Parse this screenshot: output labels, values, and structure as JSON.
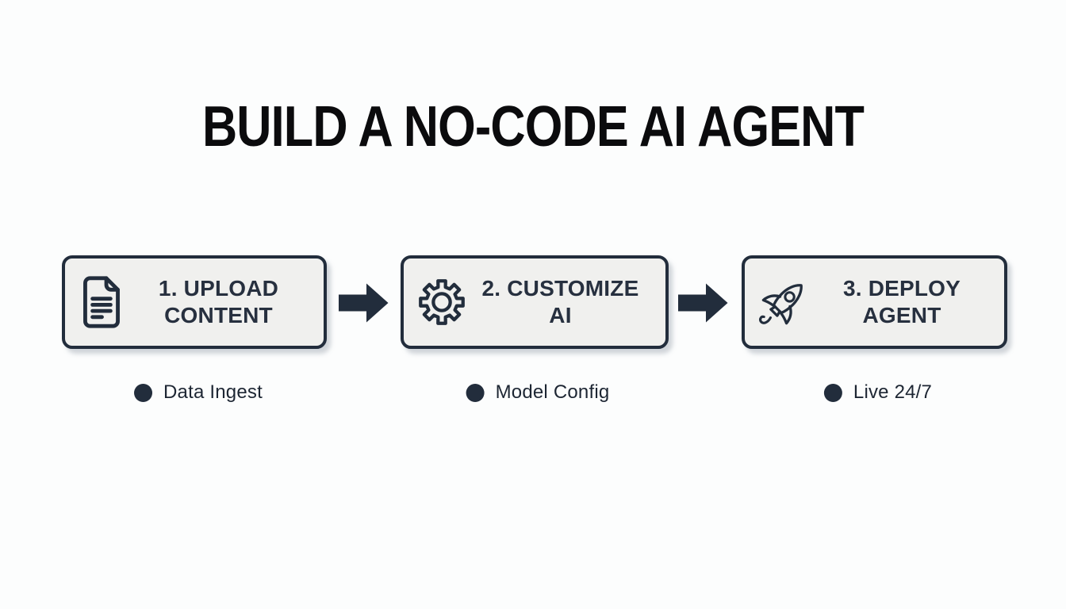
{
  "title": "BUILD A NO-CODE AI AGENT",
  "colors": {
    "background": "#fcfdfd",
    "box_fill": "#f0f0ee",
    "navy": "#222d3c",
    "title_color": "#0b0b0d",
    "bullet_text": "#1d2633"
  },
  "steps": [
    {
      "icon": "document-icon",
      "label_line1": "1. UPLOAD",
      "label_line2": "CONTENT",
      "bullet": "Data Ingest"
    },
    {
      "icon": "gear-icon",
      "label_line1": "2. CUSTOMIZE",
      "label_line2": "AI",
      "bullet": "Model Config"
    },
    {
      "icon": "rocket-icon",
      "label_line1": "3. DEPLOY",
      "label_line2": "AGENT",
      "bullet": "Live 24/7"
    }
  ]
}
